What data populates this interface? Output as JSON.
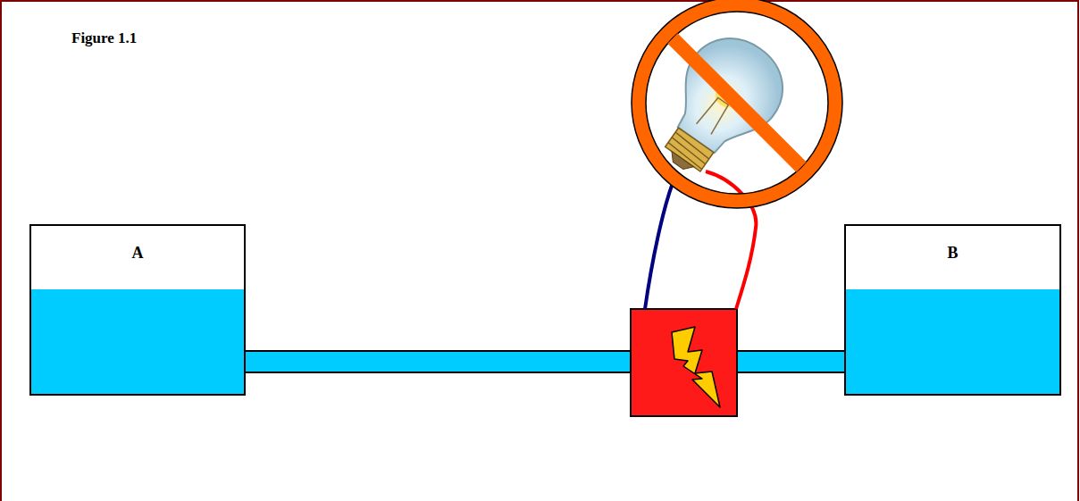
{
  "diagram": {
    "title": "Figure 1.1",
    "nodes": [
      {
        "text": [
          "A"
        ]
      },
      {
        "text": [
          "B"
        ]
      }
    ],
    "edges": [
      {
        "from": 0,
        "to": 1,
        "arrow": "none"
      }
    ]
  }
}
